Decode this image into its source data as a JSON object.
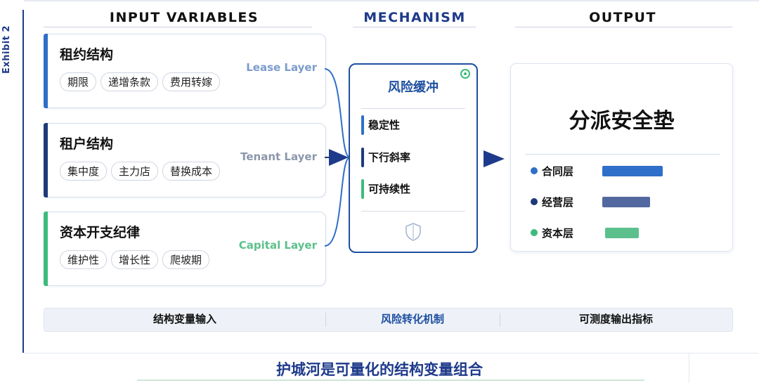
{
  "exhibit": "Exhibit 2",
  "columns": {
    "input": "INPUT VARIABLES",
    "mechanism": "MECHANISM",
    "output": "OUTPUT"
  },
  "colors": {
    "navy": "#1e3a8a",
    "lease": "#2e6fc9",
    "tenant": "#1e3a7a",
    "capital": "#3dbb7d"
  },
  "inputs": [
    {
      "title": "租约结构",
      "tags": [
        "期限",
        "递增条款",
        "费用转嫁"
      ],
      "layer": "Lease Layer"
    },
    {
      "title": "租户结构",
      "tags": [
        "集中度",
        "主力店",
        "替换成本"
      ],
      "layer": "Tenant Layer"
    },
    {
      "title": "资本开支纪律",
      "tags": [
        "维护性",
        "增长性",
        "爬坡期"
      ],
      "layer": "Capital Layer"
    }
  ],
  "mechanism": {
    "title": "风险缓冲",
    "items": [
      "稳定性",
      "下行斜率",
      "可持续性"
    ],
    "icons": [
      "target-icon",
      "shield-icon"
    ]
  },
  "output": {
    "title": "分派安全垫",
    "legend": [
      {
        "label": "合同层",
        "level": 0.81
      },
      {
        "label": "经营层",
        "level": 0.64
      },
      {
        "label": "资本层",
        "level": 0.45
      }
    ]
  },
  "footer": [
    "结构变量输入",
    "风险转化机制",
    "可测度输出指标"
  ],
  "bottom_title": "护城河是可量化的结构变量组合"
}
